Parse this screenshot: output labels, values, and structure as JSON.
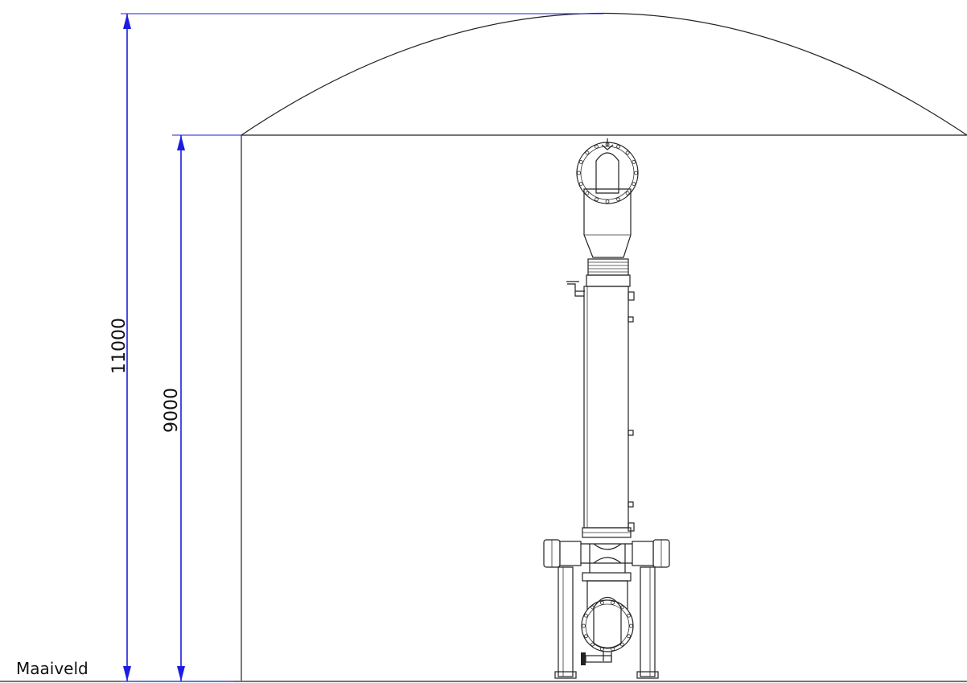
{
  "dimensions": {
    "total_height": {
      "label": "11000",
      "value": 11000
    },
    "wall_height": {
      "label": "9000",
      "value": 9000
    }
  },
  "ground_label": "Maaiveld",
  "colors": {
    "dimension_line": "#1d1de0",
    "drawing_line": "#222222",
    "background": "#ffffff"
  }
}
